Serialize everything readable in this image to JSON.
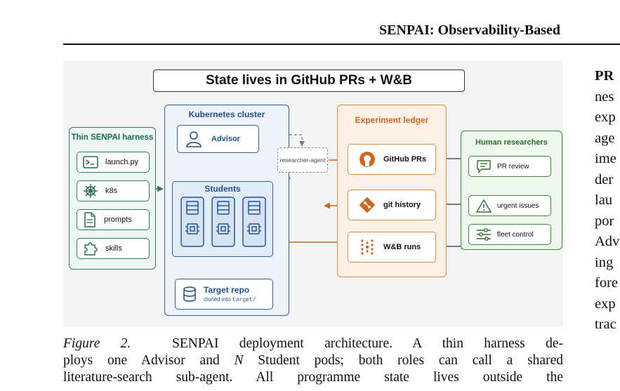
{
  "header": {
    "title": "SENPAI: Observability-Based"
  },
  "figure": {
    "title": "State lives in GitHub PRs + W&B",
    "harness": {
      "title": "Thin SENPAI harness",
      "items": [
        {
          "label": "launch.py",
          "icon": "terminal-icon"
        },
        {
          "label": "k8s",
          "icon": "helm-wheel-icon"
        },
        {
          "label": "prompts",
          "icon": "document-icon"
        },
        {
          "label": "skills",
          "icon": "puzzle-icon"
        }
      ]
    },
    "cluster": {
      "title": "Kubernetes cluster",
      "advisor": "Advisor",
      "students": "Students",
      "target_repo": "Target repo",
      "target_sub_prefix": "cloned into ",
      "target_sub_code": "target/"
    },
    "researcher_agent": "researcher-agent",
    "ledger": {
      "title": "Experiment ledger",
      "items": [
        {
          "label": "GitHub PRs",
          "icon": "github-icon"
        },
        {
          "label": "git history",
          "icon": "git-icon"
        },
        {
          "label": "W&B runs",
          "icon": "wandb-icon"
        }
      ]
    },
    "human": {
      "title": "Human researchers",
      "items": [
        {
          "label": "PR review",
          "icon": "comment-icon"
        },
        {
          "label": "urgent issues",
          "icon": "warning-icon"
        },
        {
          "label": "fleet control",
          "icon": "sliders-icon"
        }
      ]
    },
    "colors": {
      "harness": "#2f7a6a",
      "cluster": "#2f5fa0",
      "ledger": "#e58a3a",
      "human": "#3f8a3a"
    }
  },
  "caption": {
    "label": "Figure 2.",
    "line1": "SENPAI deployment architecture. A thin harness de-",
    "line2_a": "ploys one Advisor and ",
    "line2_n": "N",
    "line2_b": " Student pods; both roles can call a shared",
    "line3": "literature-search sub-agent. All programme state lives outside the"
  },
  "right_column": {
    "line1": "PR",
    "lines": [
      "nes",
      "exp",
      "age",
      "ime",
      "der",
      "lau",
      "por",
      "Adv",
      "ing",
      "fore",
      "exp",
      "trac"
    ]
  }
}
